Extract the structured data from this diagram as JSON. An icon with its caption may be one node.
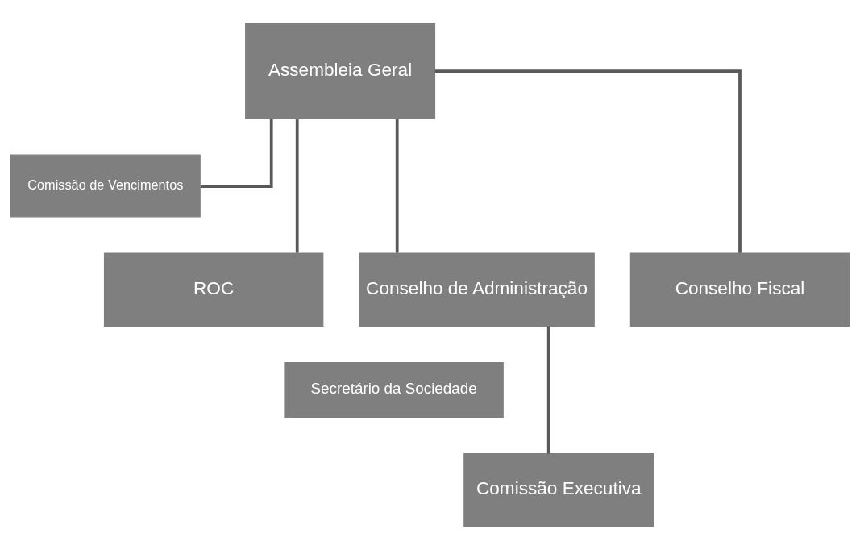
{
  "diagram": {
    "nodes": [
      {
        "text": [
          "Assembleia Geral"
        ]
      },
      {
        "text": [
          "Comissão de Vencimentos"
        ]
      },
      {
        "text": [
          "ROC"
        ]
      },
      {
        "text": [
          "Conselho de Administração"
        ]
      },
      {
        "text": [
          "Conselho Fiscal"
        ]
      },
      {
        "text": [
          "Secretário da Sociedade"
        ]
      },
      {
        "text": [
          "Comissão Executiva"
        ]
      }
    ],
    "edges": [
      {
        "from": 0,
        "to": 1,
        "arrow": "none"
      },
      {
        "from": 0,
        "to": 2,
        "arrow": "none"
      },
      {
        "from": 0,
        "to": 3,
        "arrow": "none"
      },
      {
        "from": 0,
        "to": 4,
        "arrow": "none"
      },
      {
        "from": 3,
        "to": 6,
        "arrow": "none"
      }
    ]
  }
}
